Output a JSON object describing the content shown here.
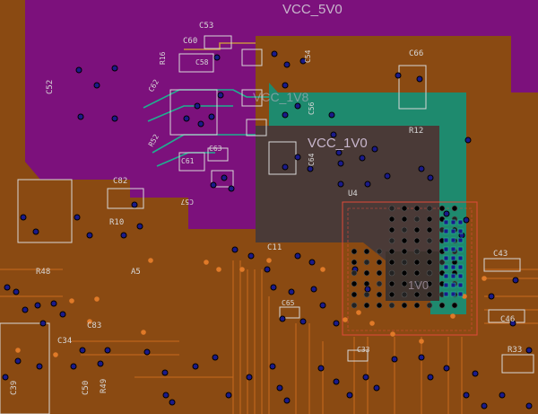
{
  "board": {
    "colors": {
      "copper_bg": "#8a4a12",
      "vcc_5v0_plane": "#7c117c",
      "vcc_1v8_plane": "#1e8a6e",
      "vcc_1v0_plane": "#4a3a37",
      "via_fill": "#1a1a8a",
      "silkscreen": "#d8d8d8",
      "trace_green": "#1fb090",
      "keepout_red": "#e04a3a"
    },
    "nets": {
      "vcc_5v0": "VCC_5V0",
      "vcc_1v8": "VCC_1V8",
      "vcc_1v0": "VCC_1V0",
      "inner_1v0": "1V0"
    },
    "refdes": {
      "c53": "C53",
      "c60": "C60",
      "c58": "C58",
      "r16": "R16",
      "c54": "C54",
      "c56": "C56",
      "c63": "C63",
      "c64": "C64",
      "c61": "C61",
      "r52": "R52",
      "c62": "C62",
      "c57": "C57",
      "c66": "C66",
      "r12": "R12",
      "u4": "U4",
      "c11": "C11",
      "r10": "R10",
      "c82": "C82",
      "c52": "C52",
      "c83": "C83",
      "c34": "C34",
      "c43": "C43",
      "c46": "C46",
      "r33": "R33",
      "r48": "R48",
      "a5": "A5",
      "c50": "C50",
      "r49": "R49",
      "c33": "C33",
      "c65": "C65",
      "c39": "C39"
    }
  }
}
